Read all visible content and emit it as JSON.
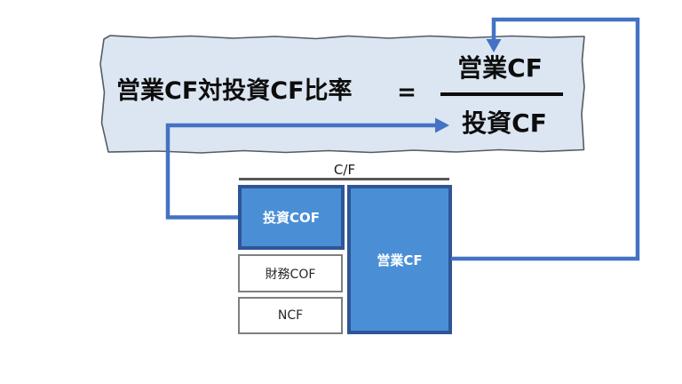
{
  "formula": {
    "title": "営業CF対投資CF比率",
    "equals_sign": "=",
    "numerator": "営業CF",
    "denominator": "投資CF"
  },
  "diagram": {
    "chart_label": "C/F",
    "boxes": {
      "investing_cof": "投資COF",
      "financing_cof": "財務COF",
      "ncf": "NCF",
      "operating_cf": "営業CF"
    }
  },
  "connectors": {
    "operating_cf_arrow": "営業CF box → numerator 営業CF (down arrowhead)",
    "investing_cf_arrow": "投資COF box → denominator 投資CF (right arrowhead)"
  },
  "colors": {
    "formula_box_fill": "#dce6f2",
    "formula_box_border": "#565b61",
    "highlight_box_fill": "#4a8fd6",
    "highlight_box_border": "#2f5597",
    "plain_box_border": "#7f7f7f",
    "arrow_blue": "#4472c4",
    "cf_underline": "#595959",
    "text_dark": "#0d0d0d",
    "text_light": "#ffffff"
  }
}
